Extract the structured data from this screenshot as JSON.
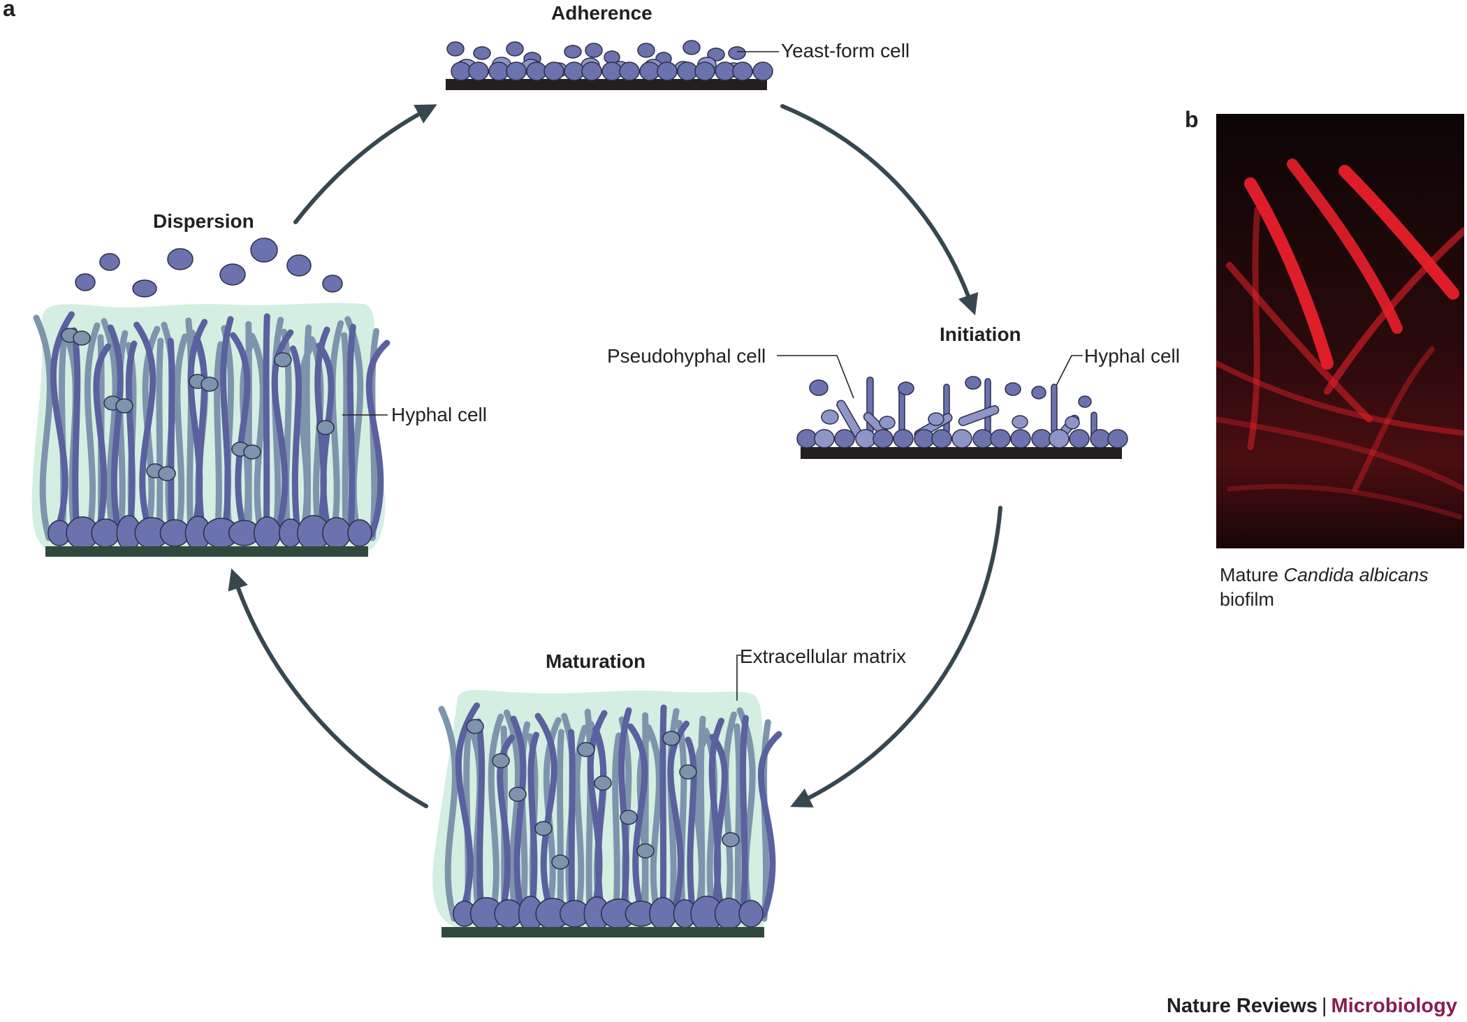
{
  "panels": {
    "a": "a",
    "b": "b"
  },
  "stages": {
    "adherence": "Adherence",
    "initiation": "Initiation",
    "maturation": "Maturation",
    "dispersion": "Dispersion"
  },
  "callouts": {
    "yeast_form_cell": "Yeast-form cell",
    "pseudohyphal_cell": "Pseudohyphal cell",
    "hyphal_cell_initiation": "Hyphal cell",
    "extracellular_matrix": "Extracellular matrix",
    "hyphal_cell_dispersion": "Hyphal cell"
  },
  "micrograph_caption": {
    "prefix": "Mature ",
    "species": "Candida albicans",
    "suffix": "biofilm"
  },
  "credit": {
    "journal": "Nature Reviews",
    "separator": "|",
    "section": "Microbiology"
  },
  "colors": {
    "yeast_cell": "#6b72ad",
    "yeast_cell_light": "#8e95c7",
    "hypha_dark": "#5a619e",
    "hypha_light": "#7d94ac",
    "matrix": "#d5eee2",
    "substrate": "#231f20",
    "substrate_matrix": "#2f4a3c",
    "arrow": "#37474f",
    "credit_accent": "#8a1c4f",
    "micrograph_fluor": "#e8202a"
  }
}
